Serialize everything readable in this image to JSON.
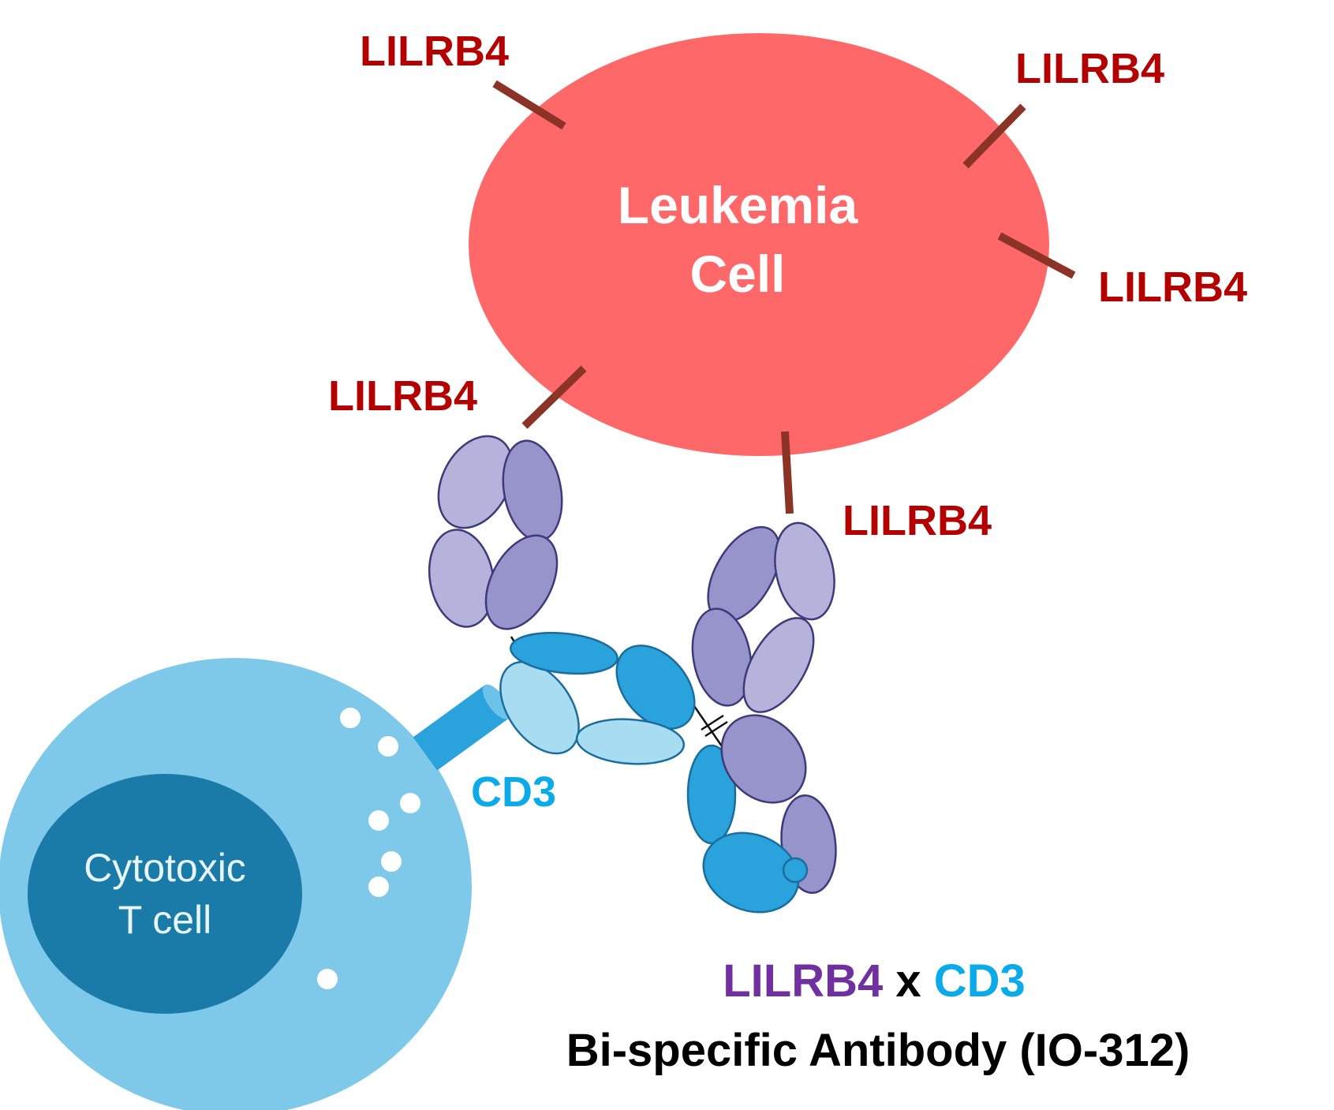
{
  "leukemia_cell": {
    "label_line1": "Leukemia",
    "label_line2": "Cell",
    "fill": "#ff6868",
    "text_color": "#ffffff"
  },
  "receptor": {
    "label": "LILRB4",
    "color": "#b30000",
    "stalk_color": "#8b3326"
  },
  "receptor_labels": [
    "LILRB4",
    "LILRB4",
    "LILRB4",
    "LILRB4",
    "LILRB4"
  ],
  "t_cell": {
    "label_line1": "Cytotoxic",
    "label_line2": "T cell",
    "outer_fill": "#7ec9ea",
    "nucleus_fill": "#1a7aa8",
    "text_color": "#e8f6fc"
  },
  "cd3": {
    "label": "CD3",
    "color": "#0aabe8",
    "receptor_fill": "#2aa2dc"
  },
  "antibody": {
    "dark_purple": "#9794cb",
    "light_purple": "#b5b3dc",
    "purple_outline": "#3d3a7a",
    "dark_blue": "#2aa2dc",
    "light_blue": "#a8dcf1",
    "blue_outline": "#1a6d9d"
  },
  "caption": {
    "part1": "LILRB4",
    "part1_color": "#7030a0",
    "part2": " x ",
    "part3": "CD3",
    "part3_color": "#0aabe8",
    "line2": "Bi-specific Antibody (IO-312)"
  }
}
